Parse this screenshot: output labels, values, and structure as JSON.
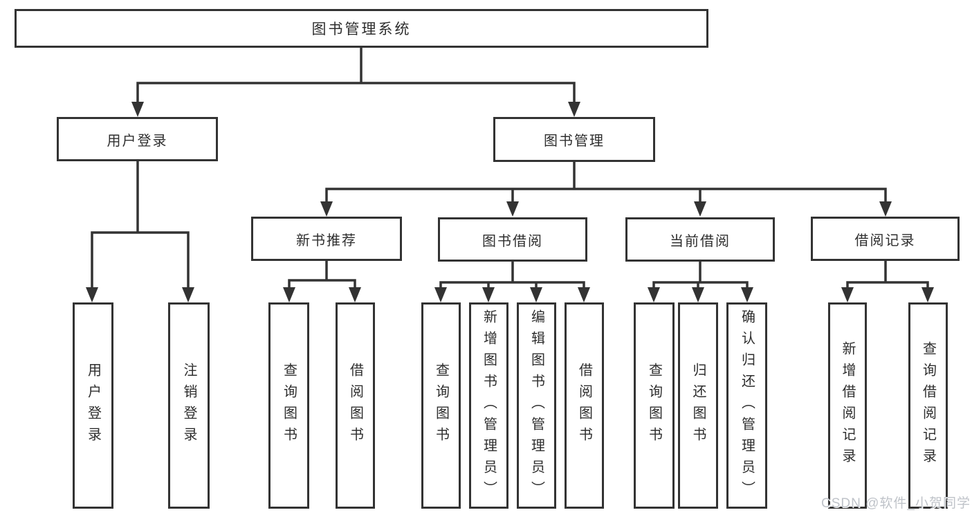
{
  "diagram": {
    "root": "图书管理系统",
    "level2": {
      "user_login": "用户登录",
      "book_mgmt": "图书管理"
    },
    "level3": {
      "new_book": "新书推荐",
      "book_borrow": "图书借阅",
      "current_borrow": "当前借阅",
      "borrow_record": "借阅记录"
    },
    "leaves": {
      "user_login": [
        "用户登录",
        "注销登录"
      ],
      "new_book": [
        "查询图书",
        "借阅图书"
      ],
      "book_borrow": [
        "查询图书",
        "新增图书（管理员）",
        "编辑图书（管理员）",
        "借阅图书"
      ],
      "current_borrow": [
        "查询图书",
        "归还图书",
        "确认归还（管理员）"
      ],
      "borrow_record": [
        "新增借阅记录",
        "查询借阅记录"
      ]
    }
  },
  "watermark": "CSDN @软件_小贺同学",
  "colors": {
    "line": "#333333",
    "text": "#2e2e2e",
    "watermark": "#bfc3c9",
    "background": "#ffffff"
  }
}
